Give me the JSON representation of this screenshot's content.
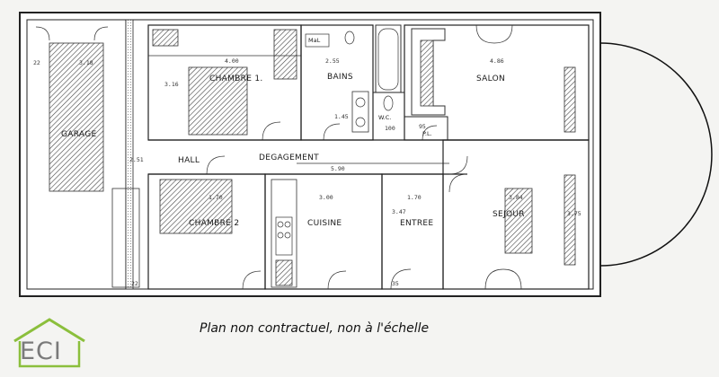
{
  "caption": "Plan non contractuel, non à l'échelle",
  "logo": {
    "text": "ECI",
    "color_roof": "#8bbf3c",
    "color_text": "#7a7a7a"
  },
  "rooms": {
    "garage": "GARAGE",
    "chambre1": "CHAMBRE 1.",
    "bains": "BAINS",
    "salon": "SALON",
    "hall": "HALL",
    "degagement": "DEGAGEMENT",
    "wc": "W.C.",
    "pl": "P.L.",
    "chambre2": "CHAMBRE 2",
    "cuisine": "CUISINE",
    "entree": "ENTREE",
    "sejour": "SEJOUR"
  },
  "labels": {
    "mal": "MaL"
  },
  "dimensions": {
    "garage_width": "3.18",
    "garage_left": "22",
    "chambre1_width": "4.00",
    "chambre1_height": "3.16",
    "bains_width": "2.55",
    "bains_side": "1.45",
    "salon_width": "4.86",
    "hall_height": "2.51",
    "pl_width": "95",
    "wc_width": "100",
    "degagement_width": "5.90",
    "chambre2_width": "1.70",
    "cuisine_width": "3.00",
    "entree_width": "1.70",
    "entree_height": "3.47",
    "sejour_width": "3.84",
    "sejour_height": "3.75",
    "garage_bottom": "22",
    "entree_side": "35"
  }
}
